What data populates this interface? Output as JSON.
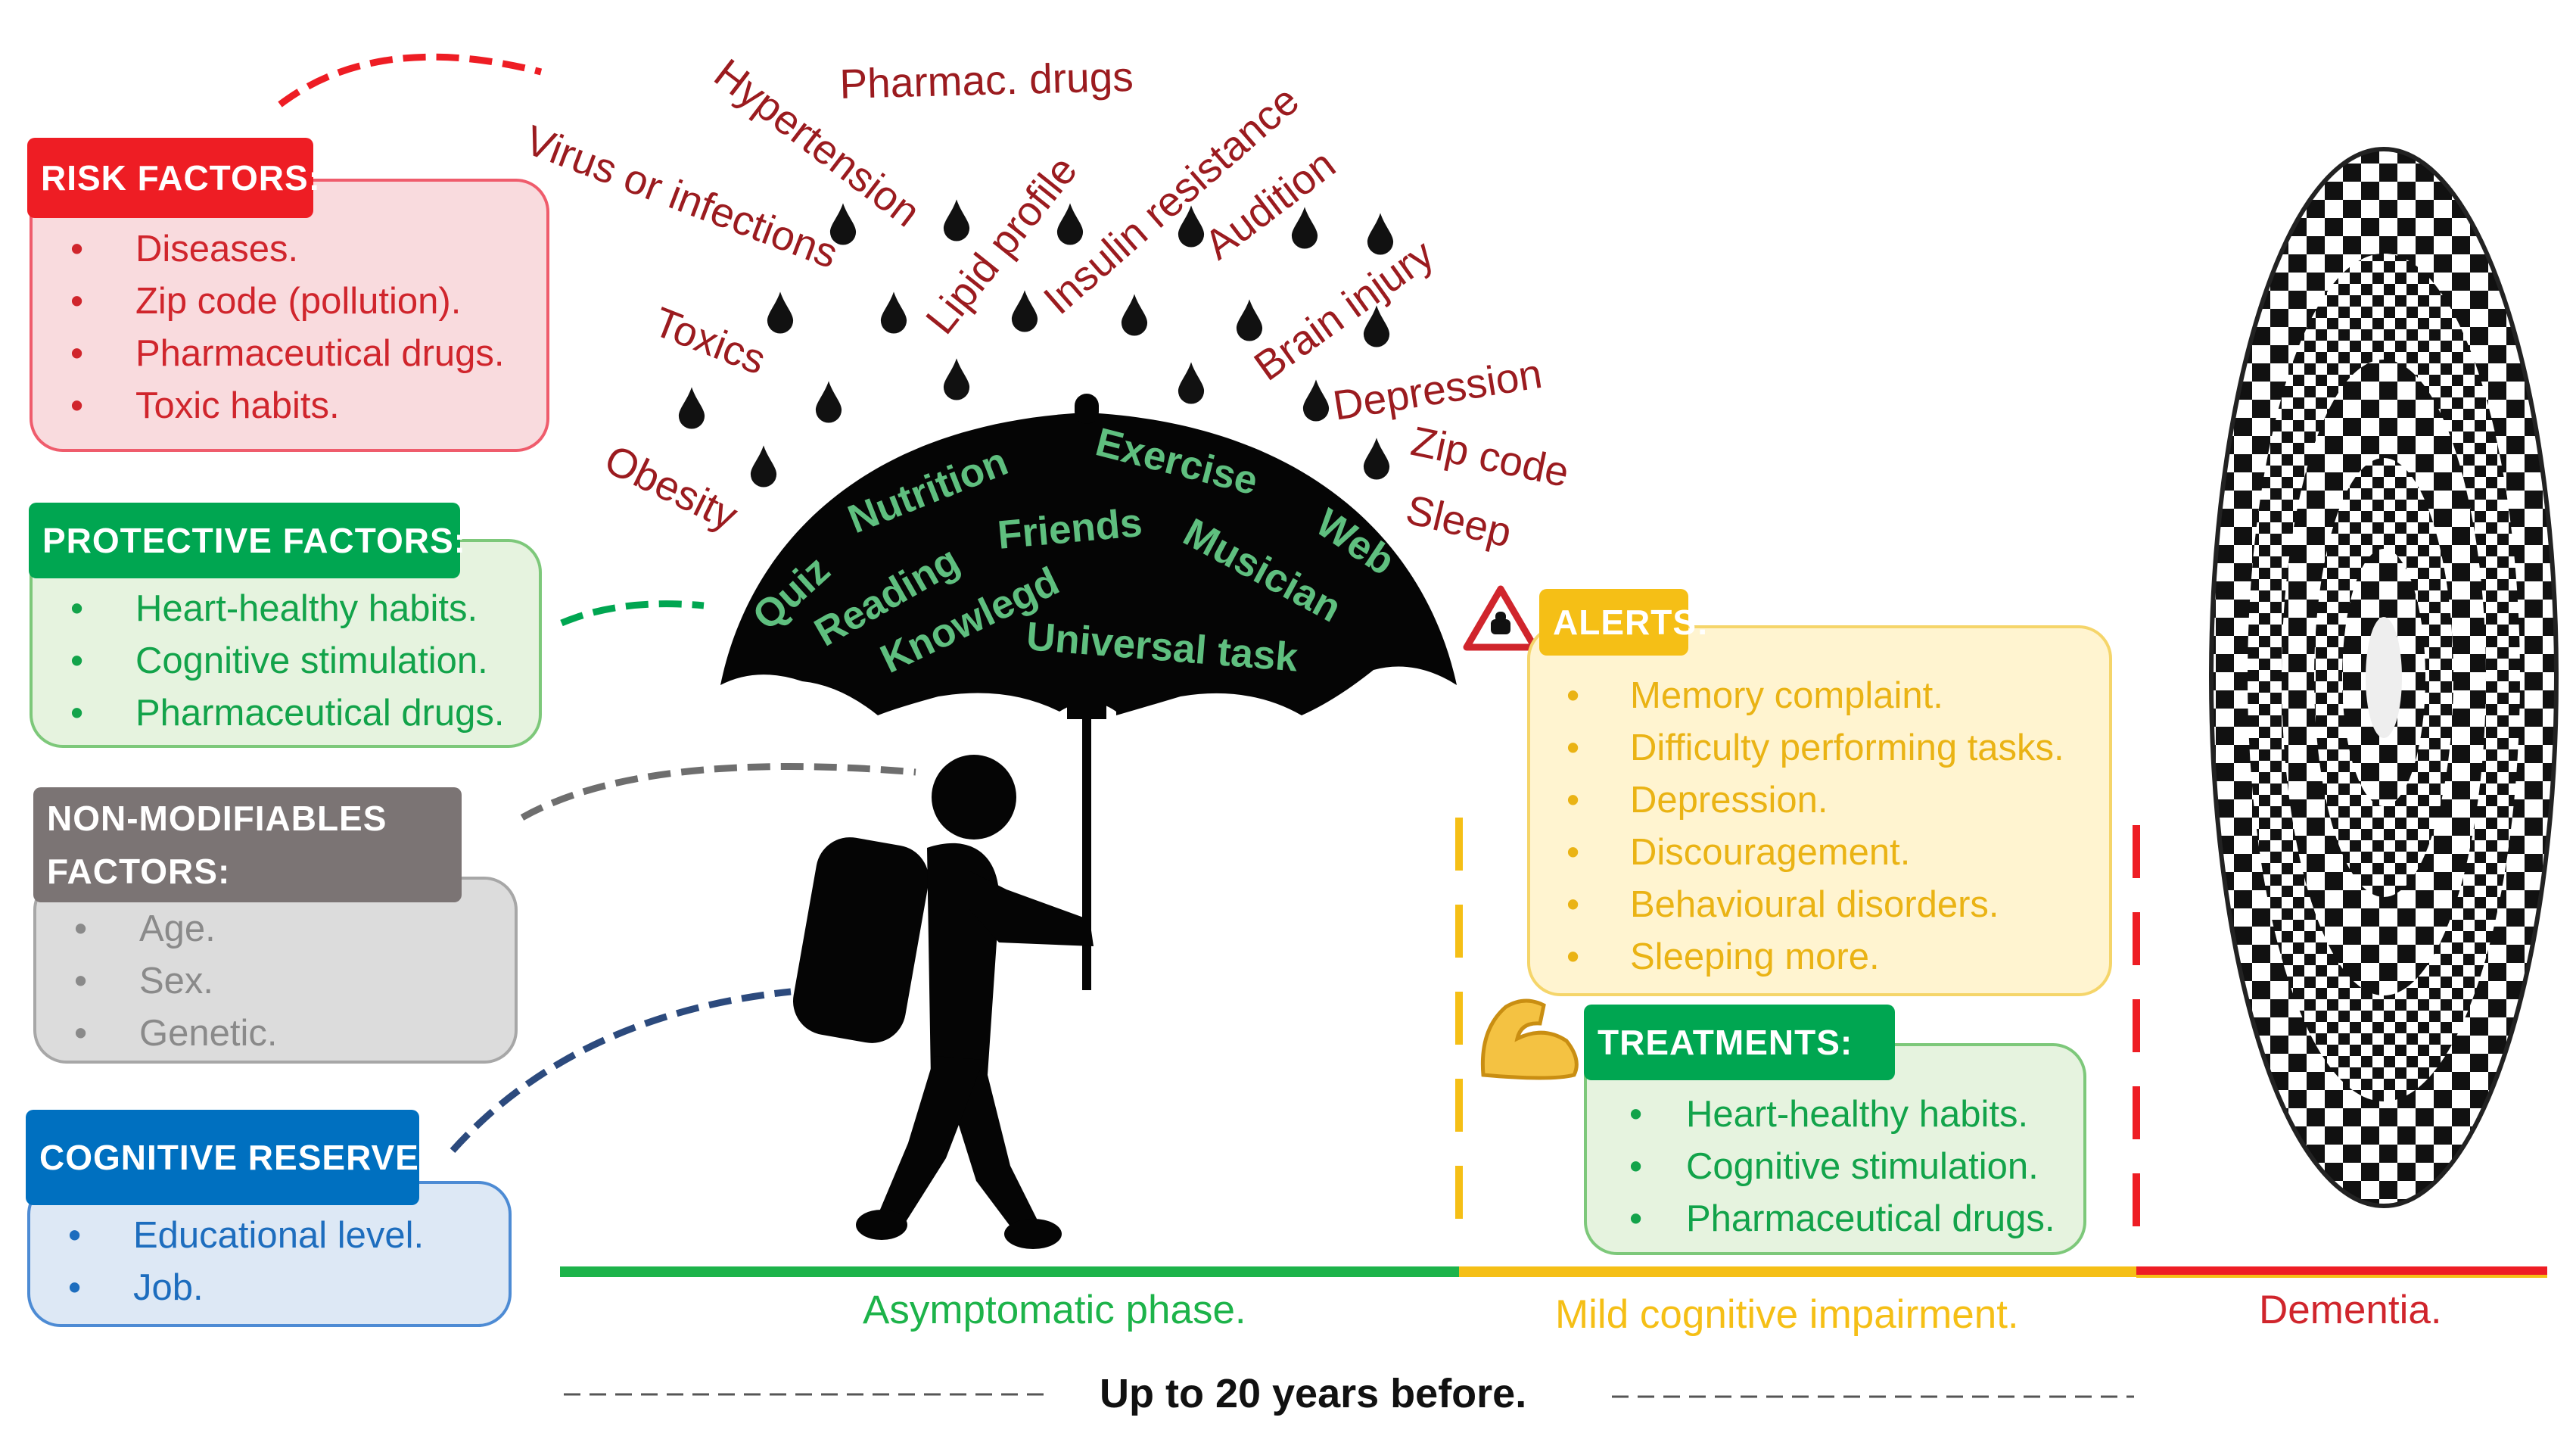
{
  "risk": {
    "title": "RISK FACTORS:",
    "items": [
      "Diseases.",
      "Zip code (pollution).",
      "Pharmaceutical  drugs.",
      "Toxic habits."
    ]
  },
  "protective": {
    "title": "PROTECTIVE FACTORS:",
    "items": [
      "Heart-healthy  habits.",
      "Cognitive stimulation.",
      "Pharmaceutical drugs."
    ]
  },
  "nonmod": {
    "title_line1": "NON-MODIFIABLES",
    "title_line2": "FACTORS:",
    "items": [
      "Age.",
      "Sex.",
      "Genetic."
    ]
  },
  "reserve": {
    "title": "COGNITIVE RESERVE:",
    "items": [
      "Educational level.",
      "Job."
    ]
  },
  "alerts": {
    "title": "ALERTS:",
    "items": [
      "Memory complaint.",
      "Difficulty performing tasks.",
      "Depression.",
      "Discouragement.",
      "Behavioural disorders.",
      "Sleeping more."
    ]
  },
  "treatments": {
    "title": "TREATMENTS:",
    "items": [
      "Heart-healthy  habits.",
      "Cognitive stimulation.",
      "Pharmaceutical drugs."
    ]
  },
  "rain_words": {
    "virus": "Virus or infections",
    "hypertension": "Hypertension",
    "pharmac": "Pharmac. drugs",
    "lipid": "Lipid profile",
    "insulin": "Insulin resistance",
    "audition": "Audition",
    "brain": "Brain injury",
    "toxics": "Toxics",
    "depression": "Depression",
    "zip": "Zip code",
    "obesity": "Obesity",
    "sleep": "Sleep"
  },
  "umbrella_words": {
    "quiz": "Quiz",
    "nutrition": "Nutrition",
    "exercise": "Exercise",
    "web": "Web",
    "reading": "Reading",
    "friends": "Friends",
    "musician": "Musician",
    "knowledge": "Knowlegde",
    "universal": "Universal task"
  },
  "phases": {
    "asymptomatic": "Asymptomatic phase.",
    "mci": "Mild cognitive impairment.",
    "dementia": "Dementia."
  },
  "footer": "Up to 20 years before.",
  "colors": {
    "risk": "#ee1d24",
    "protective": "#00a651",
    "nonmod": "#7b7474",
    "reserve": "#0070c0",
    "alerts": "#f5bf16",
    "rain_text": "#9b1b1f",
    "umbrella_text": "#5fbf7f"
  },
  "icons": [
    "water-drop-icon",
    "umbrella-icon",
    "hiker-icon",
    "warning-icon",
    "flexed-bicep-icon",
    "checkered-tunnel-icon"
  ]
}
